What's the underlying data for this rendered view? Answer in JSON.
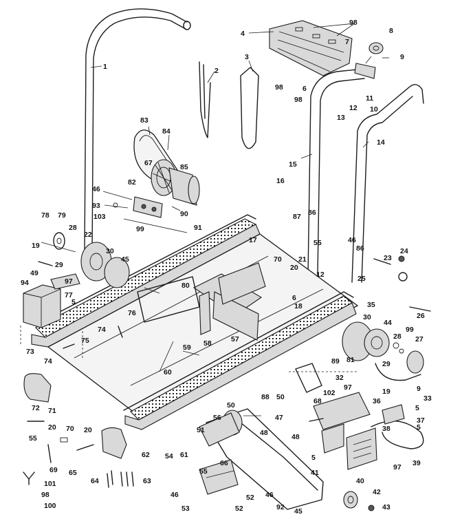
{
  "callouts": [
    {
      "id": "c1",
      "text": "1"
    },
    {
      "id": "c2",
      "text": "2"
    },
    {
      "id": "c3",
      "text": "3"
    },
    {
      "id": "c4",
      "text": "4"
    },
    {
      "id": "c5a",
      "text": "5"
    },
    {
      "id": "c5b",
      "text": "5"
    },
    {
      "id": "c5c",
      "text": "5"
    },
    {
      "id": "c5d",
      "text": "5"
    },
    {
      "id": "c6a",
      "text": "6"
    },
    {
      "id": "c6b",
      "text": "6"
    },
    {
      "id": "c7",
      "text": "7"
    },
    {
      "id": "c8",
      "text": "8"
    },
    {
      "id": "c9a",
      "text": "9"
    },
    {
      "id": "c9b",
      "text": "9"
    },
    {
      "id": "c10",
      "text": "10"
    },
    {
      "id": "c11",
      "text": "11"
    },
    {
      "id": "c12a",
      "text": "12"
    },
    {
      "id": "c12b",
      "text": "12"
    },
    {
      "id": "c13",
      "text": "13"
    },
    {
      "id": "c14",
      "text": "14"
    },
    {
      "id": "c15",
      "text": "15"
    },
    {
      "id": "c16",
      "text": "16"
    },
    {
      "id": "c17",
      "text": "17"
    },
    {
      "id": "c18",
      "text": "18"
    },
    {
      "id": "c19a",
      "text": "19"
    },
    {
      "id": "c19b",
      "text": "19"
    },
    {
      "id": "c20a",
      "text": "20"
    },
    {
      "id": "c20b",
      "text": "20"
    },
    {
      "id": "c20c",
      "text": "20"
    },
    {
      "id": "c21",
      "text": "21"
    },
    {
      "id": "c22",
      "text": "22"
    },
    {
      "id": "c23",
      "text": "23"
    },
    {
      "id": "c24",
      "text": "24"
    },
    {
      "id": "c25",
      "text": "25"
    },
    {
      "id": "c26",
      "text": "26"
    },
    {
      "id": "c27",
      "text": "27"
    },
    {
      "id": "c28a",
      "text": "28"
    },
    {
      "id": "c28b",
      "text": "28"
    },
    {
      "id": "c29a",
      "text": "29"
    },
    {
      "id": "c29b",
      "text": "29"
    },
    {
      "id": "c30a",
      "text": "30"
    },
    {
      "id": "c30b",
      "text": "30"
    },
    {
      "id": "c32",
      "text": "32"
    },
    {
      "id": "c33",
      "text": "33"
    },
    {
      "id": "c35",
      "text": "35"
    },
    {
      "id": "c36",
      "text": "36"
    },
    {
      "id": "c37",
      "text": "37"
    },
    {
      "id": "c38",
      "text": "38"
    },
    {
      "id": "c39",
      "text": "39"
    },
    {
      "id": "c40",
      "text": "40"
    },
    {
      "id": "c41",
      "text": "41"
    },
    {
      "id": "c42",
      "text": "42"
    },
    {
      "id": "c43",
      "text": "43"
    },
    {
      "id": "c44",
      "text": "44"
    },
    {
      "id": "c45a",
      "text": "45"
    },
    {
      "id": "c45b",
      "text": "45"
    },
    {
      "id": "c46a",
      "text": "46"
    },
    {
      "id": "c46b",
      "text": "46"
    },
    {
      "id": "c46c",
      "text": "46"
    },
    {
      "id": "c46d",
      "text": "46"
    },
    {
      "id": "c47",
      "text": "47"
    },
    {
      "id": "c48a",
      "text": "48"
    },
    {
      "id": "c48b",
      "text": "48"
    },
    {
      "id": "c49",
      "text": "49"
    },
    {
      "id": "c50a",
      "text": "50"
    },
    {
      "id": "c50b",
      "text": "50"
    },
    {
      "id": "c51",
      "text": "51"
    },
    {
      "id": "c52a",
      "text": "52"
    },
    {
      "id": "c52b",
      "text": "52"
    },
    {
      "id": "c53",
      "text": "53"
    },
    {
      "id": "c54",
      "text": "54"
    },
    {
      "id": "c55a",
      "text": "55"
    },
    {
      "id": "c55b",
      "text": "55"
    },
    {
      "id": "c55c",
      "text": "55"
    },
    {
      "id": "c56",
      "text": "56"
    },
    {
      "id": "c57",
      "text": "57"
    },
    {
      "id": "c58",
      "text": "58"
    },
    {
      "id": "c59",
      "text": "59"
    },
    {
      "id": "c60",
      "text": "60"
    },
    {
      "id": "c61",
      "text": "61"
    },
    {
      "id": "c62",
      "text": "62"
    },
    {
      "id": "c63",
      "text": "63"
    },
    {
      "id": "c64",
      "text": "64"
    },
    {
      "id": "c65",
      "text": "65"
    },
    {
      "id": "c66",
      "text": "66"
    },
    {
      "id": "c67",
      "text": "67"
    },
    {
      "id": "c68",
      "text": "68"
    },
    {
      "id": "c69",
      "text": "69"
    },
    {
      "id": "c70a",
      "text": "70"
    },
    {
      "id": "c70b",
      "text": "70"
    },
    {
      "id": "c71",
      "text": "71"
    },
    {
      "id": "c72",
      "text": "72"
    },
    {
      "id": "c73",
      "text": "73"
    },
    {
      "id": "c74a",
      "text": "74"
    },
    {
      "id": "c74b",
      "text": "74"
    },
    {
      "id": "c75",
      "text": "75"
    },
    {
      "id": "c76",
      "text": "76"
    },
    {
      "id": "c77",
      "text": "77"
    },
    {
      "id": "c78",
      "text": "78"
    },
    {
      "id": "c79",
      "text": "79"
    },
    {
      "id": "c80",
      "text": "80"
    },
    {
      "id": "c81",
      "text": "81"
    },
    {
      "id": "c82",
      "text": "82"
    },
    {
      "id": "c83",
      "text": "83"
    },
    {
      "id": "c84",
      "text": "84"
    },
    {
      "id": "c85",
      "text": "85"
    },
    {
      "id": "c86a",
      "text": "86"
    },
    {
      "id": "c86b",
      "text": "86"
    },
    {
      "id": "c87",
      "text": "87"
    },
    {
      "id": "c88",
      "text": "88"
    },
    {
      "id": "c89",
      "text": "89"
    },
    {
      "id": "c90",
      "text": "90"
    },
    {
      "id": "c91",
      "text": "91"
    },
    {
      "id": "c92",
      "text": "92"
    },
    {
      "id": "c93",
      "text": "93"
    },
    {
      "id": "c94",
      "text": "94"
    },
    {
      "id": "c97a",
      "text": "97"
    },
    {
      "id": "c97b",
      "text": "97"
    },
    {
      "id": "c97c",
      "text": "97"
    },
    {
      "id": "c98a",
      "text": "98"
    },
    {
      "id": "c98b",
      "text": "98"
    },
    {
      "id": "c98c",
      "text": "98"
    },
    {
      "id": "c98d",
      "text": "98"
    },
    {
      "id": "c99a",
      "text": "99"
    },
    {
      "id": "c99b",
      "text": "99"
    },
    {
      "id": "c100",
      "text": "100"
    },
    {
      "id": "c101",
      "text": "101"
    },
    {
      "id": "c102",
      "text": "102"
    },
    {
      "id": "c103",
      "text": "103"
    }
  ]
}
